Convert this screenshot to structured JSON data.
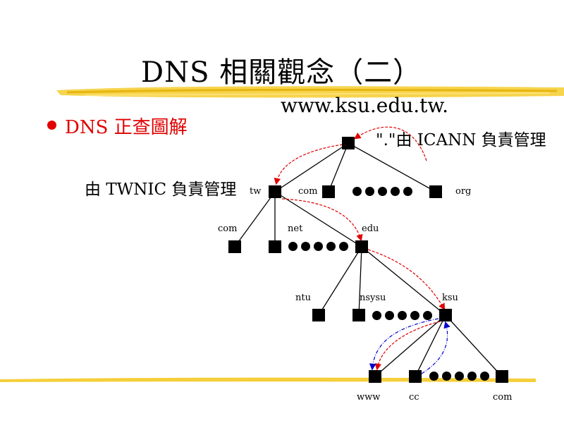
{
  "slide": {
    "title": "DNS 相關觀念（二）",
    "bullet": "DNS 正查圖解",
    "query_domain": "www.ksu.edu.tw.",
    "root_note": "\".\"由 ICANN 負責管理",
    "tw_note": "由 TWNIC 負責管理"
  },
  "tree": {
    "labels": {
      "tw": "tw",
      "com_top": "com",
      "org": "org",
      "com_tw": "com",
      "net": "net",
      "edu": "edu",
      "ntu": "ntu",
      "nsysu": "nsysu",
      "ksu": "ksu",
      "www": "www",
      "cc": "cc",
      "com_ksu": "com"
    }
  },
  "colors": {
    "title_bar": "#f2c200",
    "bullet": "#e00000",
    "query_arrow": "#e00000",
    "response_arrow": "#0000cc"
  }
}
